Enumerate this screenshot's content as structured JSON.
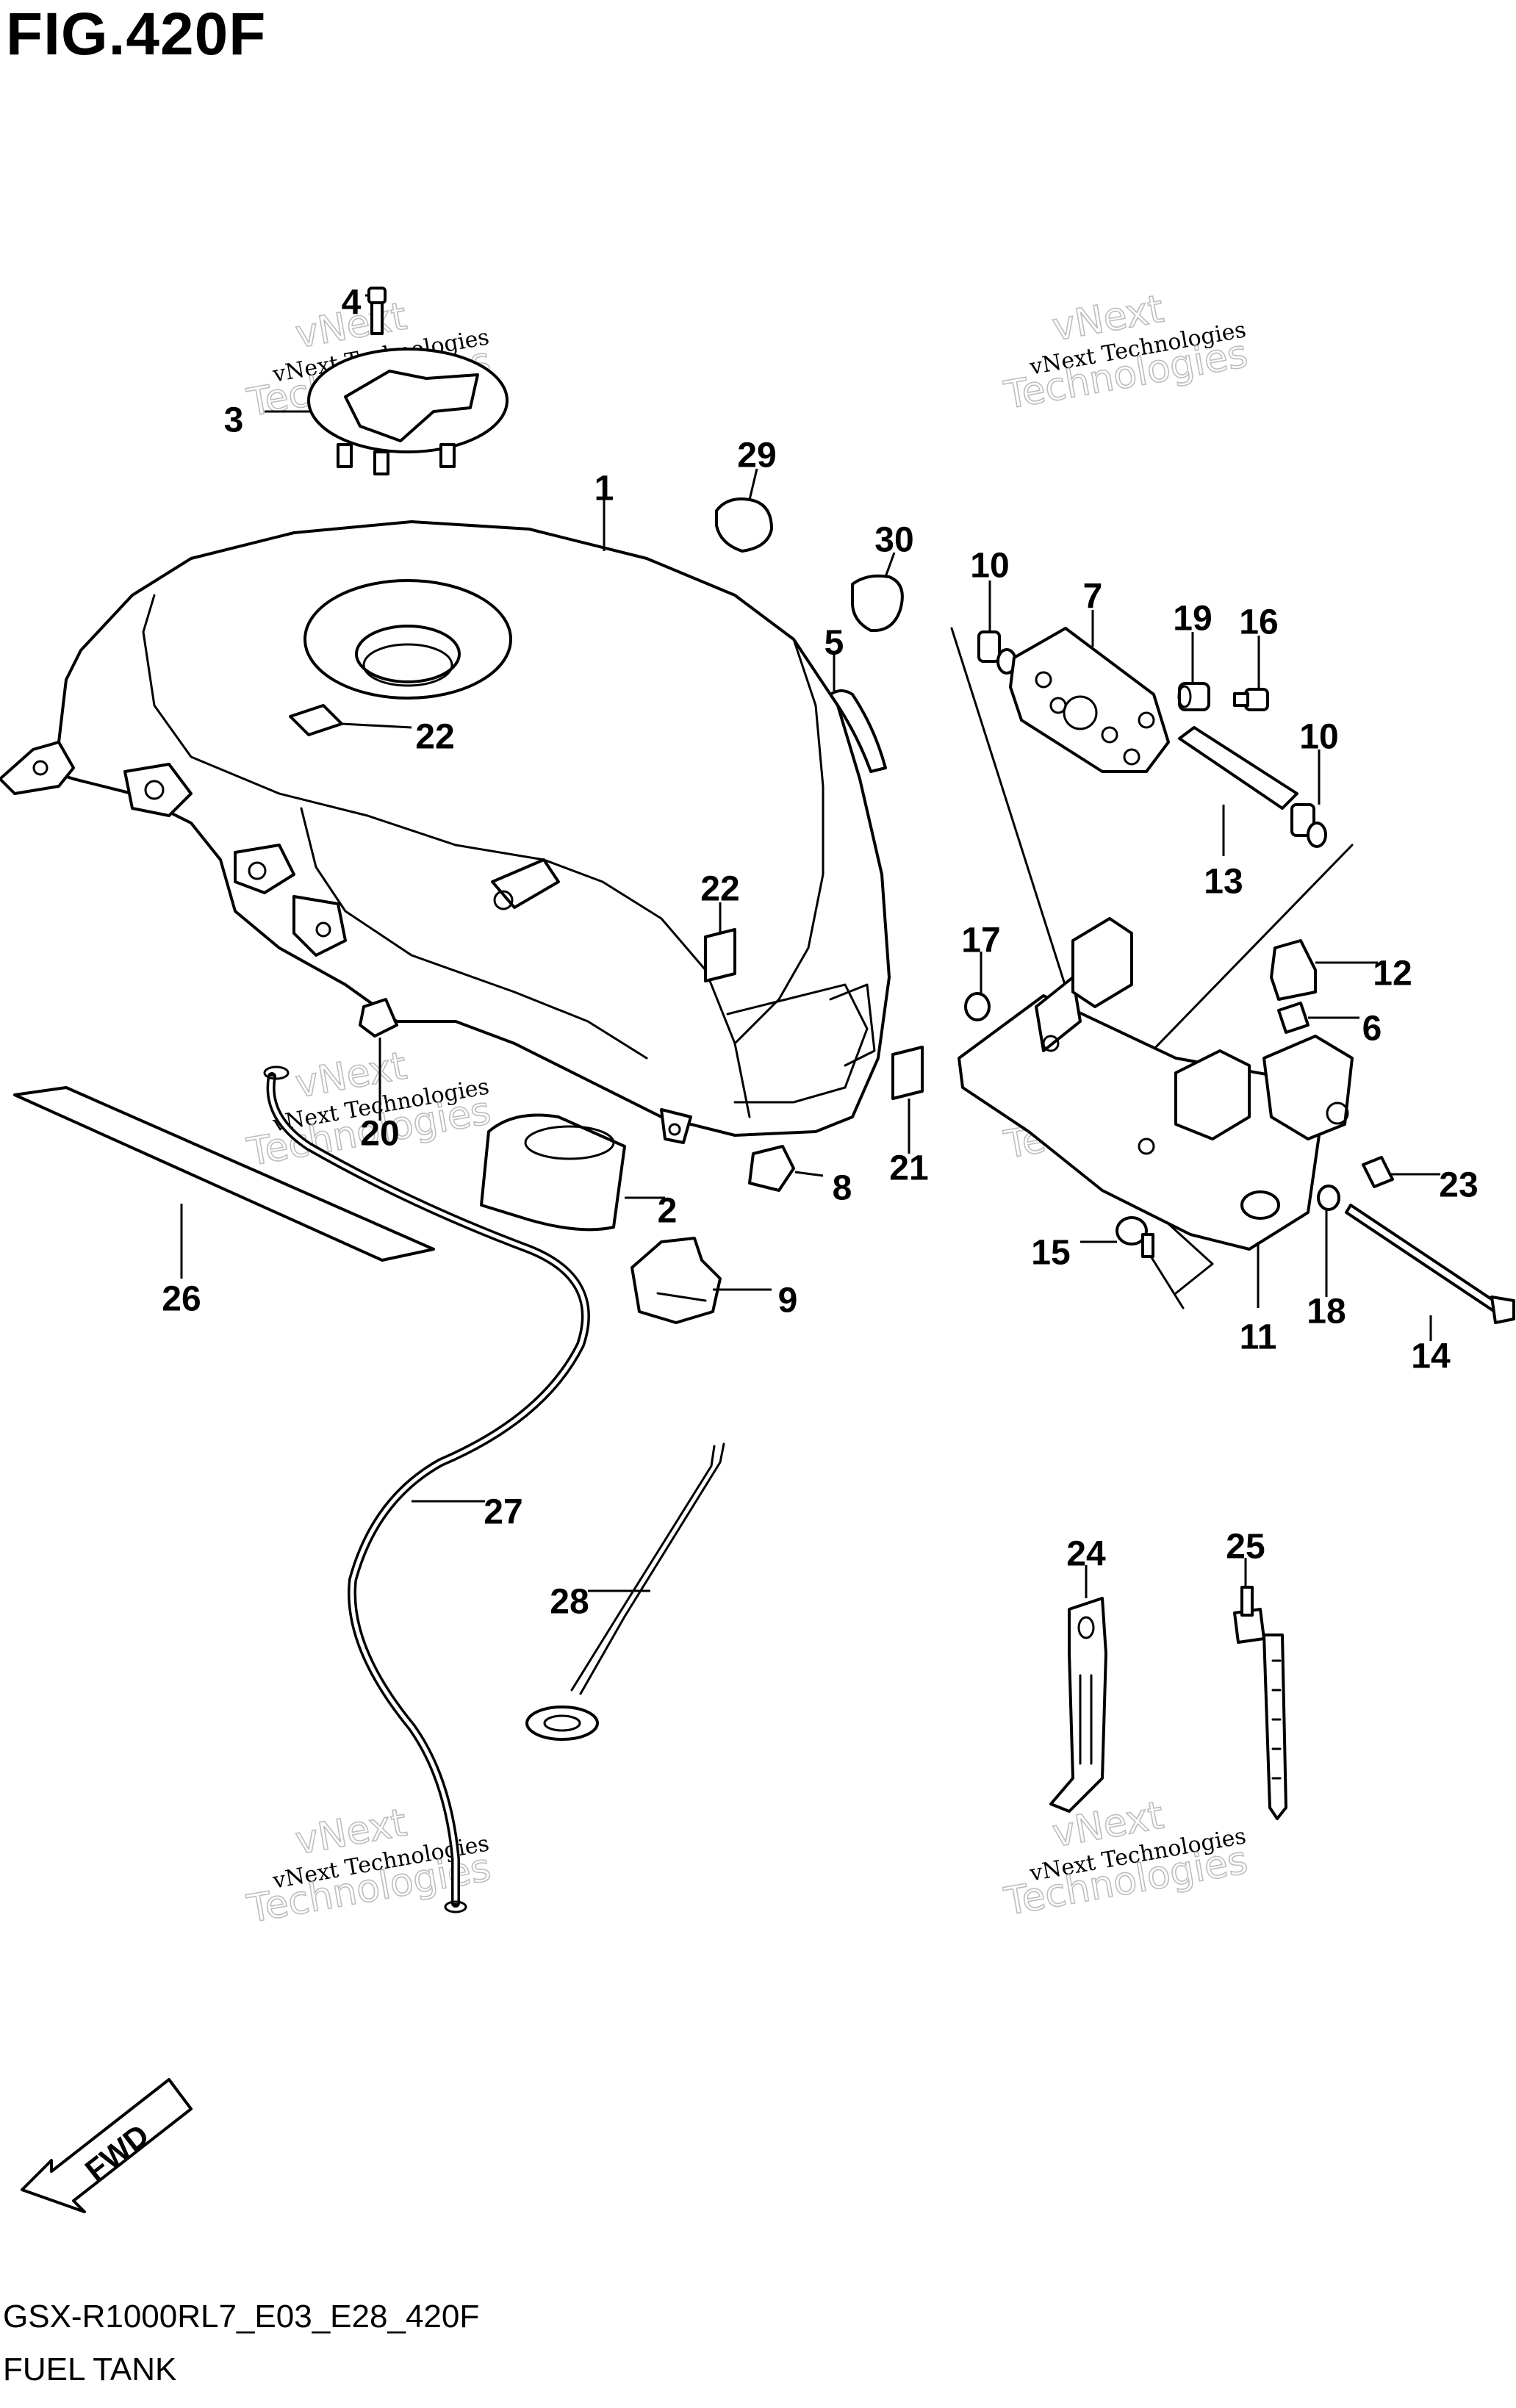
{
  "figure": {
    "title": "FIG.420F",
    "code": "GSX-R1000RL7_E03_E28_420F",
    "name": "FUEL TANK",
    "direction_label": "FWD"
  },
  "watermark": {
    "line1": "vNext Technologies",
    "line2": "vNext",
    "line3": "Technologies"
  },
  "callouts": [
    "1",
    "2",
    "3",
    "4",
    "5",
    "6",
    "7",
    "8",
    "9",
    "10",
    "10",
    "11",
    "12",
    "13",
    "14",
    "15",
    "16",
    "17",
    "18",
    "19",
    "20",
    "21",
    "22",
    "22",
    "23",
    "24",
    "25",
    "26",
    "27",
    "28",
    "29",
    "30"
  ]
}
